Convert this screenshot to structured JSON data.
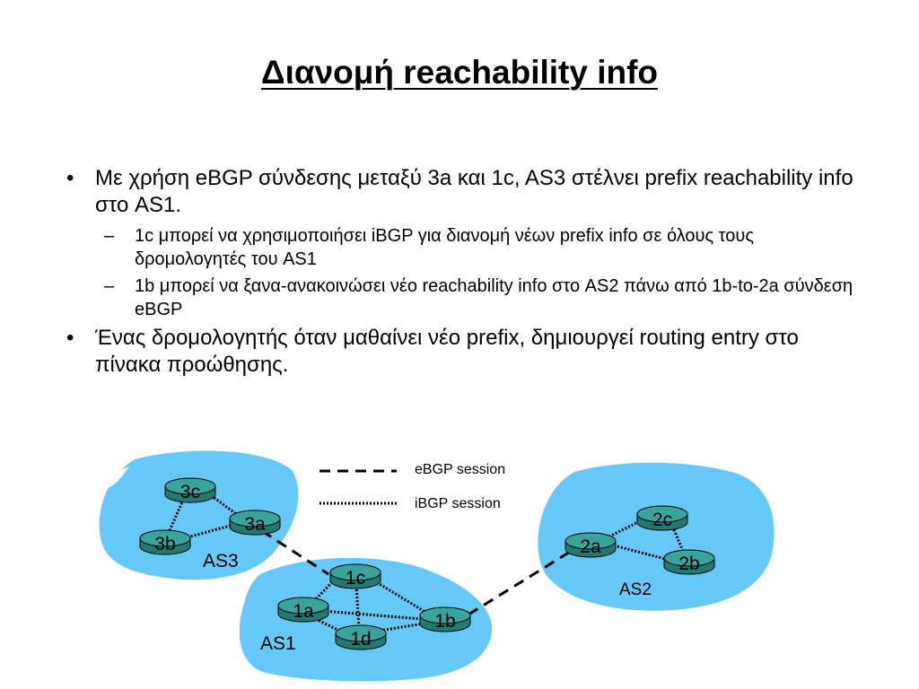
{
  "slide": {
    "title": "Διανομή reachability info",
    "bullets": [
      {
        "level": 1,
        "marker": "•",
        "text": "Με χρήση eBGP σύνδεσης μεταξύ 3a και 1c, AS3 στέλνει prefix reachability info στο AS1."
      },
      {
        "level": 2,
        "marker": "–",
        "text": "1c μπορεί να χρησιμοποιήσει iBGP για διανομή νέων prefix info σε όλους τους δρομολογητές του  AS1"
      },
      {
        "level": 2,
        "marker": "–",
        "text": "1b μπορεί να ξανα-ανακοινώσει  νέο reachability info στο AS2 πάνω από 1b-to-2a  σύνδεση eBGP"
      },
      {
        "level": 1,
        "marker": "•",
        "text": "Ένας δρομολογητής όταν μαθαίνει νέο prefix, δημιουργεί routing entry στο πίνακα προώθησης."
      }
    ]
  },
  "diagram": {
    "colors": {
      "cloud": "#66c8f8",
      "router_top": "#3aa39c",
      "router_side": "#1f7a74",
      "link": "#000000"
    },
    "legend": {
      "ebgp": "eBGP session",
      "ibgp": "iBGP session"
    },
    "as_labels": {
      "as3": "AS3",
      "as1": "AS1",
      "as2": "AS2"
    },
    "routers": {
      "r3c": "3c",
      "r3a": "3a",
      "r3b": "3b",
      "r1c": "1c",
      "r1a": "1a",
      "r1b": "1b",
      "r1d": "1d",
      "r2a": "2a",
      "r2c": "2c",
      "r2b": "2b"
    },
    "links": [
      {
        "from": "3c",
        "to": "3a",
        "type": "iBGP"
      },
      {
        "from": "3c",
        "to": "3b",
        "type": "iBGP"
      },
      {
        "from": "3b",
        "to": "3a",
        "type": "iBGP"
      },
      {
        "from": "1c",
        "to": "1a",
        "type": "iBGP"
      },
      {
        "from": "1c",
        "to": "1b",
        "type": "iBGP"
      },
      {
        "from": "1c",
        "to": "1d",
        "type": "iBGP"
      },
      {
        "from": "1a",
        "to": "1b",
        "type": "iBGP"
      },
      {
        "from": "1a",
        "to": "1d",
        "type": "iBGP"
      },
      {
        "from": "1d",
        "to": "1b",
        "type": "iBGP"
      },
      {
        "from": "2a",
        "to": "2c",
        "type": "iBGP"
      },
      {
        "from": "2a",
        "to": "2b",
        "type": "iBGP"
      },
      {
        "from": "2c",
        "to": "2b",
        "type": "iBGP"
      },
      {
        "from": "3a",
        "to": "1c",
        "type": "eBGP"
      },
      {
        "from": "1b",
        "to": "2a",
        "type": "eBGP"
      }
    ]
  }
}
